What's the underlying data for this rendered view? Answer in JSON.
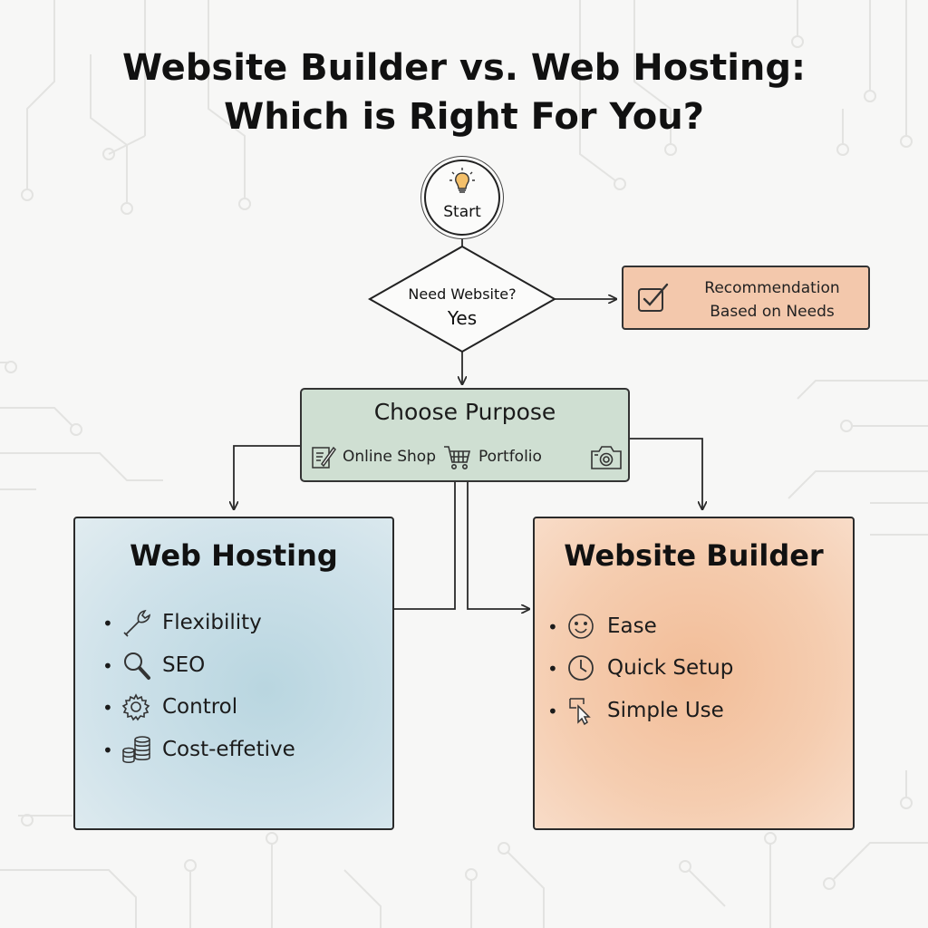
{
  "title": {
    "line1": "Website Builder vs. Web Hosting:",
    "line2": "Which is Right For You?"
  },
  "start": {
    "label": "Start",
    "icon": "lightbulb-icon"
  },
  "decision": {
    "question": "Need Website?",
    "answer": "Yes"
  },
  "recommendation": {
    "line1": "Recommendation",
    "line2": "Based on Needs",
    "icon": "checkbox-icon"
  },
  "purpose": {
    "title": "Choose Purpose",
    "items": [
      {
        "label": "Online Shop",
        "icon": "pen-document-icon"
      },
      {
        "label": "Portfolio",
        "icon": "shopping-cart-icon"
      }
    ],
    "extra_icon": "camera-icon"
  },
  "web_hosting": {
    "title": "Web Hosting",
    "features": [
      {
        "label": "Flexibility",
        "icon": "wrench-icon"
      },
      {
        "label": "SEO",
        "icon": "magnifier-icon"
      },
      {
        "label": "Control",
        "icon": "gear-icon"
      },
      {
        "label": "Cost-effetive",
        "icon": "coins-icon"
      }
    ]
  },
  "website_builder": {
    "title": "Website Builder",
    "features": [
      {
        "label": "Ease",
        "icon": "smiley-icon"
      },
      {
        "label": "Quick Setup",
        "icon": "clock-icon"
      },
      {
        "label": "Simple Use",
        "icon": "cursor-click-icon"
      }
    ]
  },
  "colors": {
    "background": "#f7f7f6",
    "recommendation_fill": "#f3c8ac",
    "purpose_fill": "#cfdfd2",
    "hosting_fill": "#c3dce6",
    "builder_fill": "#f3c4a2",
    "line": "#2a2a2a"
  }
}
